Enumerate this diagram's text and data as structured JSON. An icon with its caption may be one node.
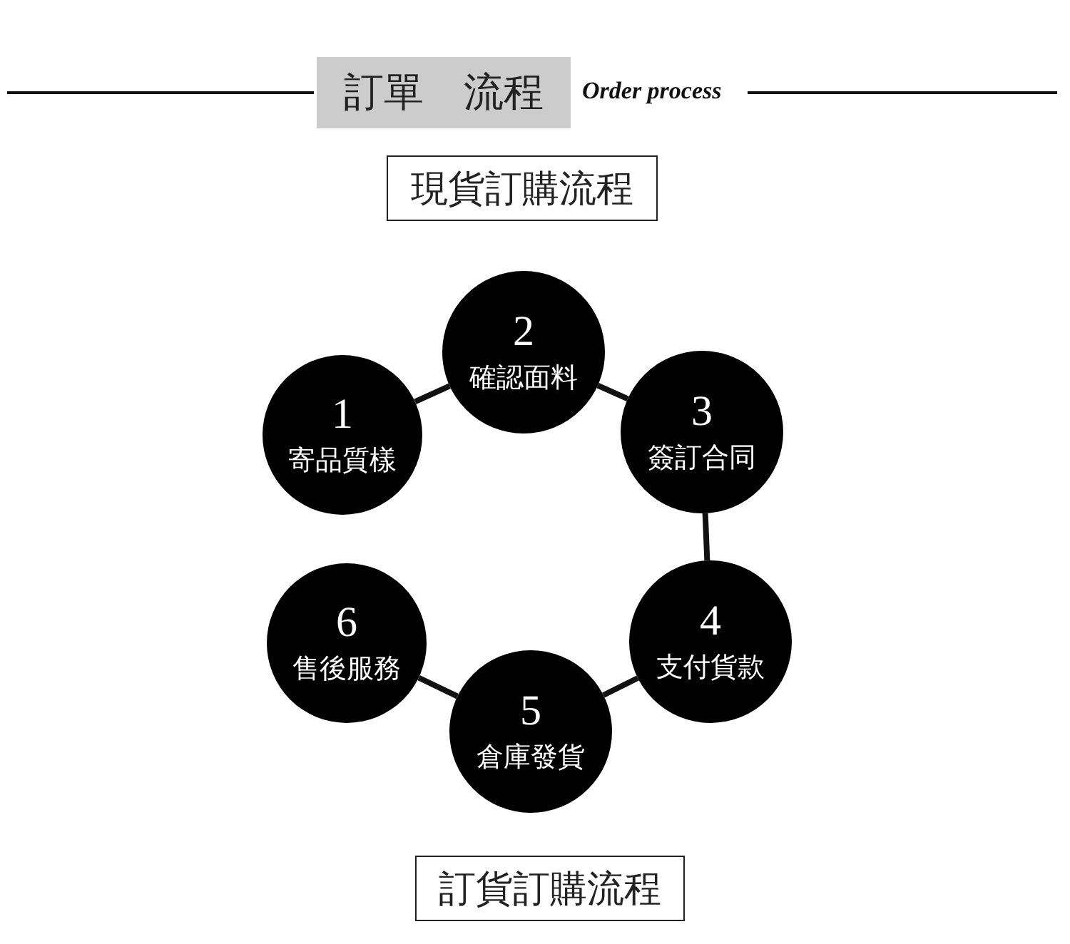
{
  "diagram": {
    "title": "訂單　流程",
    "nodes": [
      {
        "text": [
          "現貨訂購流程"
        ]
      },
      {
        "text": [
          "1",
          "寄品質樣"
        ]
      },
      {
        "text": [
          "2",
          "確認面料"
        ]
      },
      {
        "text": [
          "3",
          "簽訂合同"
        ]
      },
      {
        "text": [
          "4",
          "支付貨款"
        ]
      },
      {
        "text": [
          "5",
          "倉庫發貨"
        ]
      },
      {
        "text": [
          "6",
          "售後服務"
        ]
      },
      {
        "text": [
          "訂貨訂購流程"
        ]
      }
    ],
    "edges": [
      {
        "from": 1,
        "to": 2,
        "arrow": "none"
      },
      {
        "from": 2,
        "to": 3,
        "arrow": "none"
      },
      {
        "from": 3,
        "to": 4,
        "arrow": "none"
      },
      {
        "from": 4,
        "to": 5,
        "arrow": "none"
      },
      {
        "from": 5,
        "to": 6,
        "arrow": "none"
      }
    ],
    "labels": [
      "Order process"
    ]
  }
}
